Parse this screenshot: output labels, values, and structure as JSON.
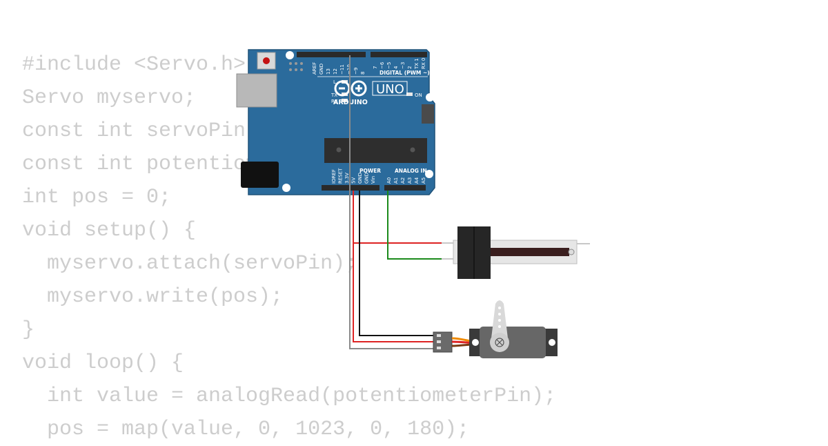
{
  "code_lines": [
    "#include <Servo.h>",
    "Servo myservo;",
    "const int servoPin = 10",
    "const int potentiomet",
    "int pos = 0;",
    "void setup() {",
    "  myservo.attach(servoPin);",
    "  myservo.write(pos);",
    "}",
    "void loop() {",
    "  int value = analogRead(potentiometerPin);",
    "  pos = map(value, 0, 1023, 0, 180);"
  ],
  "board": {
    "name_uno": "UNO",
    "brand": "ARDUINO",
    "digital_label": "DIGITAL (PWM ~)",
    "power_label": "POWER",
    "analog_label": "ANALOG IN",
    "led_L": "L",
    "led_TX": "TX",
    "led_RX": "RX",
    "led_ON": "ON",
    "pin_labels_top": [
      "AREF",
      "GND",
      "13",
      "12",
      "~11",
      "~10",
      "~9",
      "8",
      "7",
      "~6",
      "~5",
      "4",
      "~3",
      "2",
      "TX 1",
      "RX 0"
    ],
    "pin_labels_power": [
      "IOREF",
      "RESET",
      "3.3V",
      "5V",
      "GND",
      "GND",
      "Vin"
    ],
    "pin_labels_analog": [
      "A0",
      "A1",
      "A2",
      "A3",
      "A4",
      "A5"
    ]
  },
  "colors": {
    "code_text": "#cdcdcd",
    "board_blue": "#2b6b9c",
    "wire_red": "#d22",
    "wire_black": "#111",
    "wire_green": "#1a8a1a",
    "wire_gray": "#8a8a8a"
  }
}
